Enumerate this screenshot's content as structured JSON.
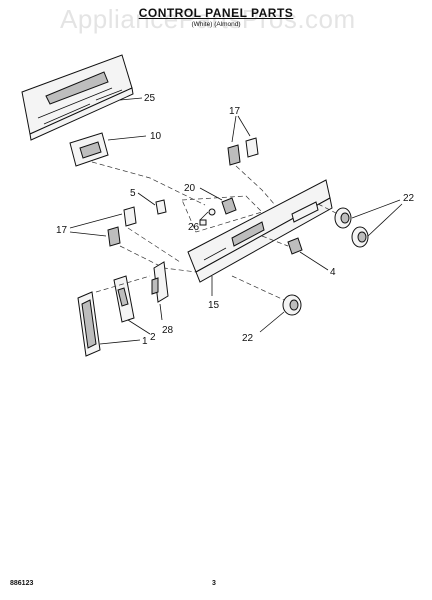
{
  "watermark": "AppliancePartsPros.com",
  "header": {
    "title": "CONTROL PANEL PARTS",
    "models_line1": "",
    "models_line2": "(White)    (Almond)"
  },
  "callouts": [
    {
      "id": "25",
      "label": "25"
    },
    {
      "id": "10",
      "label": "10"
    },
    {
      "id": "17a",
      "label": "17"
    },
    {
      "id": "5",
      "label": "5"
    },
    {
      "id": "20",
      "label": "20"
    },
    {
      "id": "26",
      "label": "26"
    },
    {
      "id": "22a",
      "label": "22"
    },
    {
      "id": "17b",
      "label": "17"
    },
    {
      "id": "4",
      "label": "4"
    },
    {
      "id": "15",
      "label": "15"
    },
    {
      "id": "2",
      "label": "2"
    },
    {
      "id": "28",
      "label": "28"
    },
    {
      "id": "1",
      "label": "1"
    },
    {
      "id": "22b",
      "label": "22"
    }
  ],
  "footer": {
    "left": "886123",
    "page": "3"
  }
}
